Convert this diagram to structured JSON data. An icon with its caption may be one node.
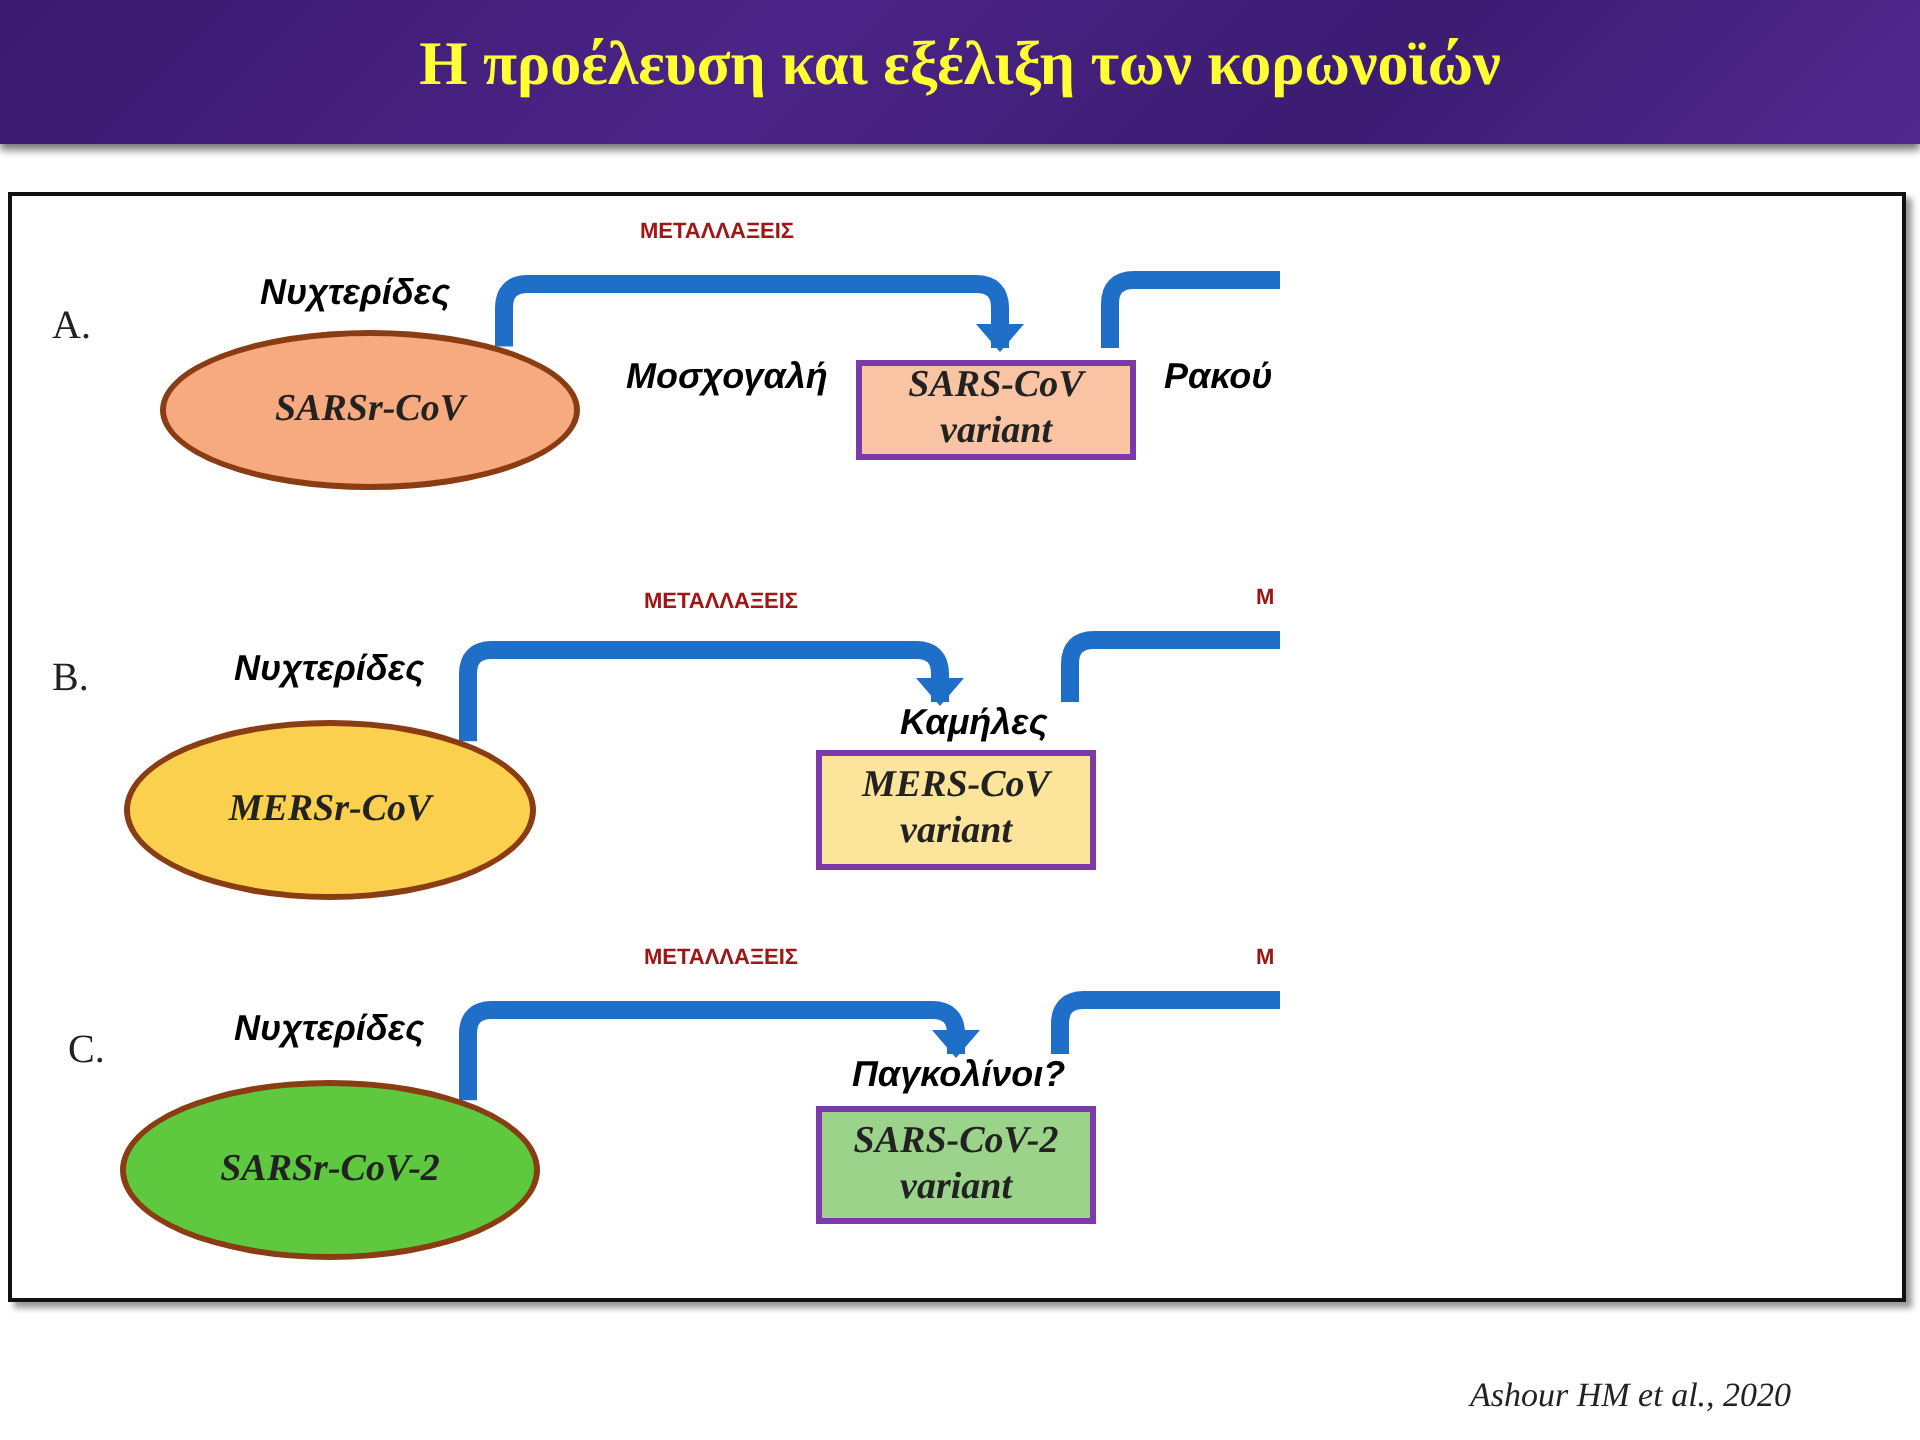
{
  "diagram": {
    "title": "Η προέλευση και εξέλιξη των κορωνοϊών",
    "nodes": [
      {
        "text": [
          "SARSr-CoV"
        ],
        "beside": [
          "Νυχτερίδες"
        ]
      },
      {
        "text": [
          "Μοσχογαλή",
          "SARS-CoV variant"
        ]
      },
      {
        "text": [
          "MERSr-CoV"
        ],
        "beside": [
          "Νυχτερίδες"
        ]
      },
      {
        "text": [
          "Καμήλες",
          "MERS-CoV variant"
        ]
      },
      {
        "text": [
          "SARSr-CoV-2"
        ],
        "beside": [
          "Νυχτερίδες"
        ]
      },
      {
        "text": [
          "Παγκολίνοι?",
          "SARS-CoV-2 variant"
        ]
      }
    ],
    "edges": [
      {
        "from": 0,
        "to": 1,
        "arrow": "to",
        "label": "ΜΕΤΑΛΛΑΞΕΙΣ"
      },
      {
        "from": 1,
        "to": null,
        "arrow": "none"
      },
      {
        "from": 2,
        "to": 3,
        "arrow": "to",
        "label": "ΜΕΤΑΛΛΑΞΕΙΣ"
      },
      {
        "from": 3,
        "to": null,
        "arrow": "none",
        "label": "Μ"
      },
      {
        "from": 4,
        "to": 5,
        "arrow": "to",
        "label": "ΜΕΤΑΛΛΑΞΕΙΣ"
      },
      {
        "from": 5,
        "to": null,
        "arrow": "none",
        "label": "Μ"
      }
    ],
    "labels": [
      "A.",
      "Ρακού",
      "B.",
      "C.",
      "Ashour HM et al., 2020"
    ]
  }
}
